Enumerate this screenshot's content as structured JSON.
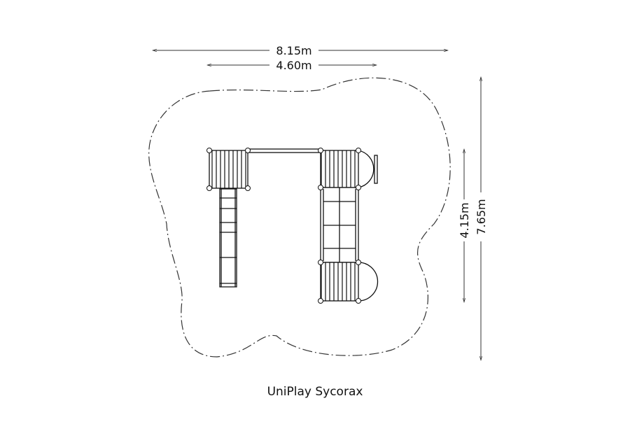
{
  "title": "UniPlay Sycorax",
  "dimensions": {
    "overall_width": "8.15m",
    "equipment_width": "4.60m",
    "overall_depth": "7.65m",
    "equipment_depth": "4.15m"
  }
}
